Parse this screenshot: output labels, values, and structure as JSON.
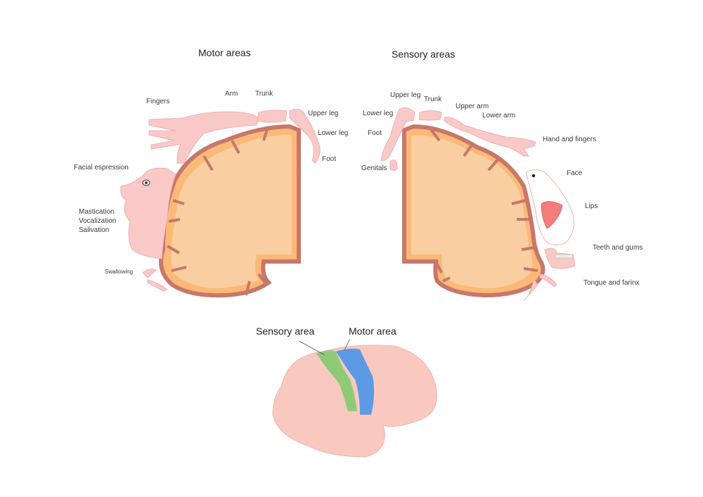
{
  "titles": {
    "motor": "Motor areas",
    "sensory": "Sensory areas"
  },
  "motor_labels": {
    "fingers": "Fingers",
    "arm": "Arm",
    "trunk": "Trunk",
    "upper_leg": "Upper leg",
    "lower_leg": "Lower leg",
    "foot": "Foot",
    "facial": "Facial espression",
    "mastication": "Mastication",
    "vocalization": "Vocalization",
    "salivation": "Salivation",
    "swallowing": "Swallowing"
  },
  "sensory_labels": {
    "upper_leg": "Upper leg",
    "trunk": "Trunk",
    "lower_leg": "Lower leg",
    "foot": "Foot",
    "genitals": "Genitals",
    "upper_arm": "Upper arm",
    "lower_arm": "Lower arm",
    "hand": "Hand and fingers",
    "face": "Face",
    "lips": "Lips",
    "teeth": "Teeth and gums",
    "tongue": "Tongue and farinx"
  },
  "brain_labels": {
    "sensory": "Sensory area",
    "motor": "Motor area"
  },
  "colors": {
    "cortex_outline": "#c8776b",
    "cortex_fill": "#f9cfa2",
    "gray_matter": "#fbb978",
    "body": "#f9c9c8",
    "sensory_strip": "#8fcb77",
    "motor_strip": "#5c9ae6",
    "brain": "#f9c9c0"
  }
}
